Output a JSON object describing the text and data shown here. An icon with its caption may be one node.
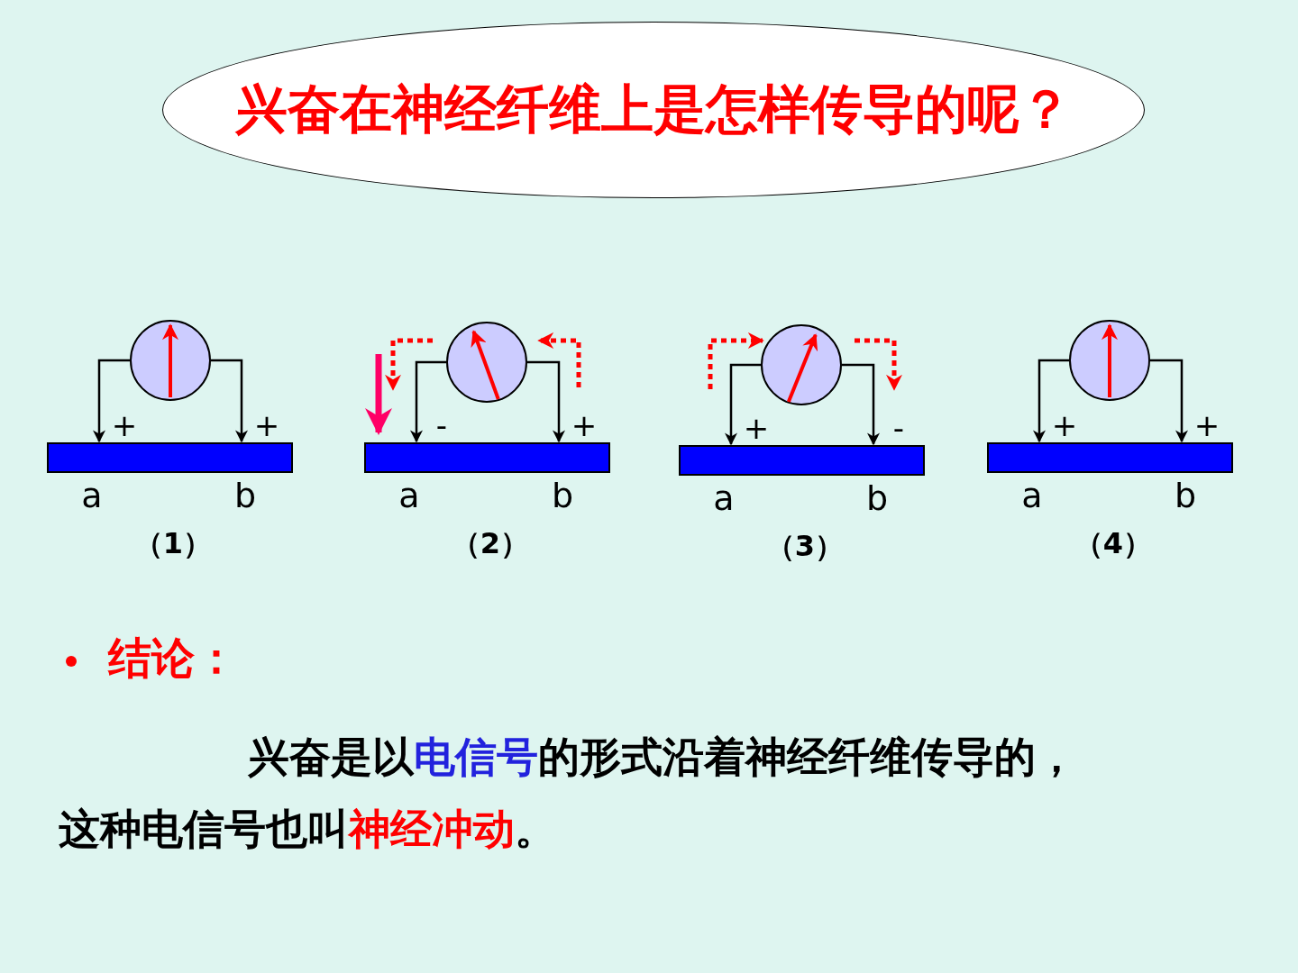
{
  "diagram": {
    "nodes": [
      {
        "text": [
          "兴奋在神经纤维上是怎样传导的呢？"
        ]
      },
      {
        "text": [],
        "shape": "circle"
      },
      {
        "text": [],
        "shape": "bar"
      },
      {
        "text": [],
        "shape": "circle"
      },
      {
        "text": [],
        "shape": "bar"
      },
      {
        "text": [],
        "shape": "circle"
      },
      {
        "text": [],
        "shape": "bar"
      },
      {
        "text": [],
        "shape": "circle"
      },
      {
        "text": [],
        "shape": "bar"
      }
    ],
    "edges": [
      {
        "from": 1,
        "to": 2,
        "arrow": "to"
      },
      {
        "from": 1,
        "to": 2,
        "arrow": "to"
      },
      {
        "from": 3,
        "to": 4,
        "arrow": "to"
      },
      {
        "from": 3,
        "to": 4,
        "arrow": "to"
      },
      {
        "from": 5,
        "to": 6,
        "arrow": "to"
      },
      {
        "from": 5,
        "to": 6,
        "arrow": "to"
      },
      {
        "from": 7,
        "to": 8,
        "arrow": "to"
      },
      {
        "from": 7,
        "to": 8,
        "arrow": "to"
      }
    ],
    "labels": [
      "+",
      "+",
      "-",
      "+",
      "+",
      "-",
      "+",
      "+",
      "a",
      "b",
      "a",
      "b",
      "a",
      "b",
      "a",
      "b",
      "（1）",
      "（2）",
      "（3）",
      "（4）",
      "结论：",
      "兴奋是以",
      "电信号",
      "的形式沿着神经纤维传导的，",
      "这种电信号也叫",
      "神经冲动",
      "。"
    ]
  }
}
